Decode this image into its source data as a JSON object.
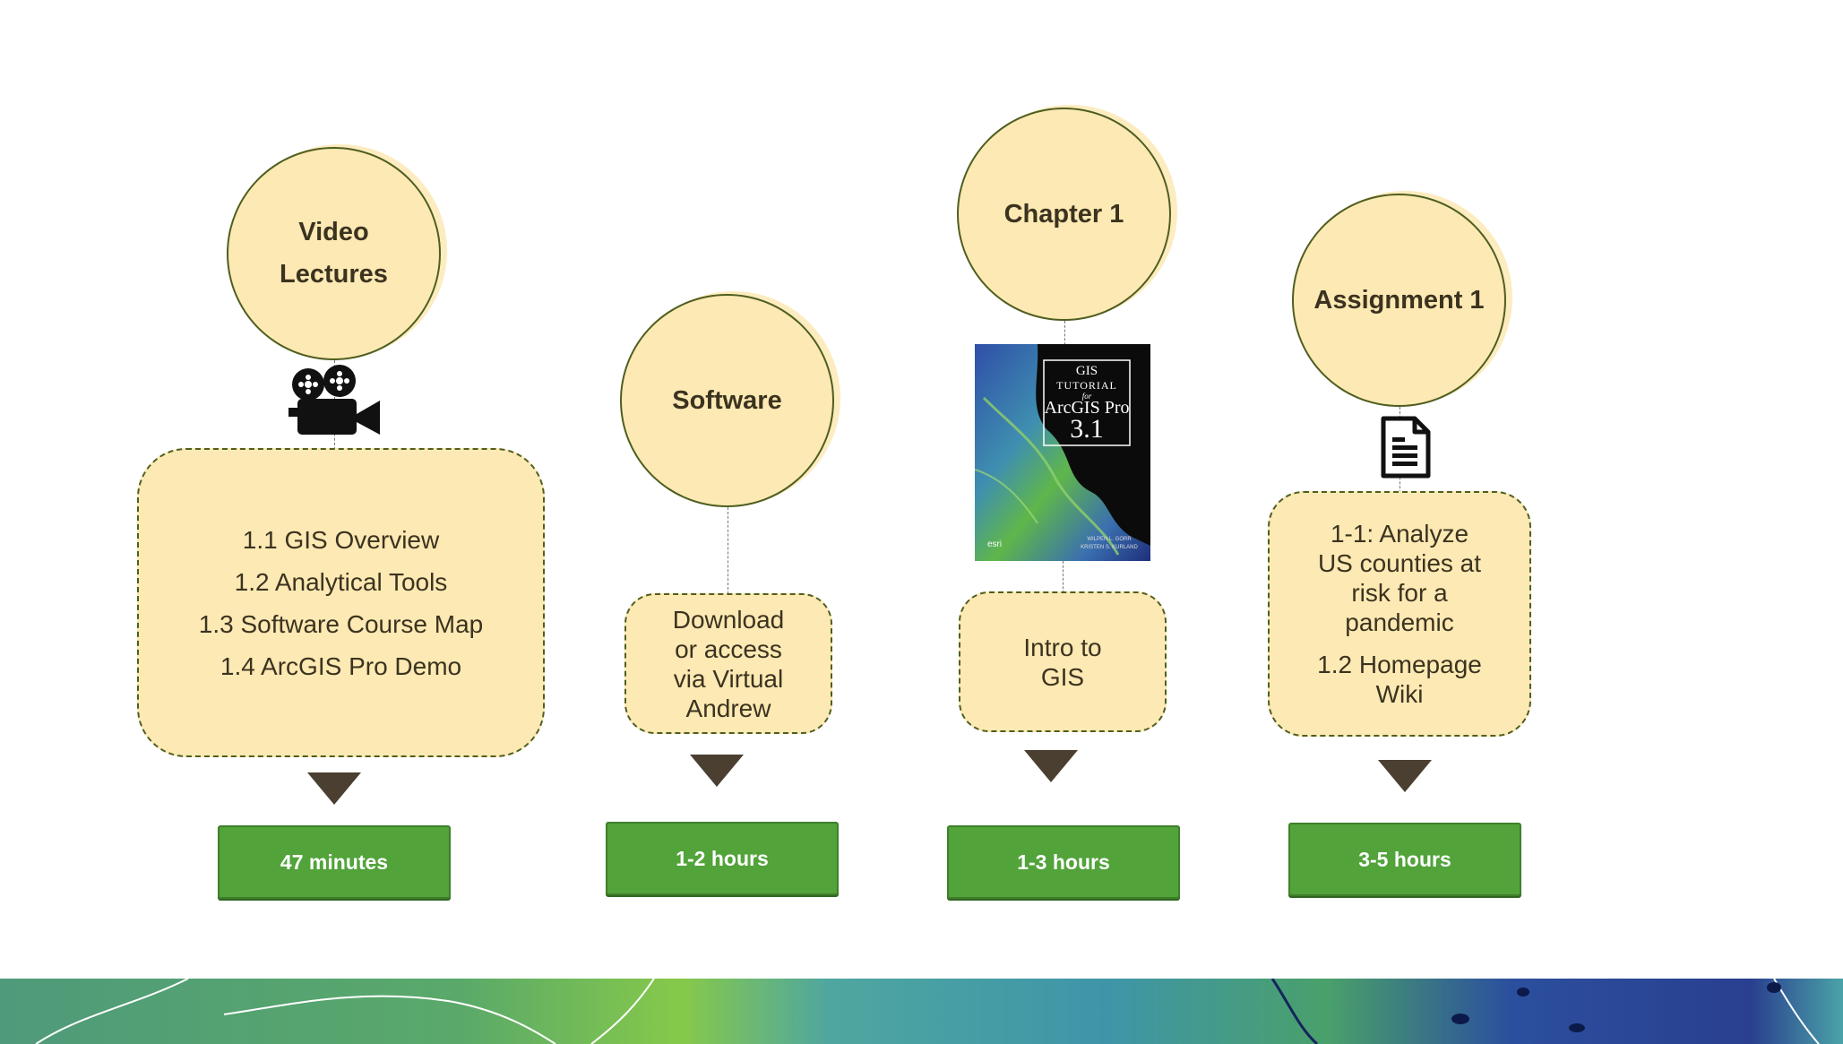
{
  "columns": [
    {
      "id": "video",
      "title_lines": [
        "Video",
        "Lectures"
      ],
      "icon": "film-camera-icon",
      "items": [
        "1.1 GIS Overview",
        "1.2 Analytical Tools",
        "1.3 Software Course Map",
        "1.4 ArcGIS Pro Demo"
      ],
      "duration": "47 minutes"
    },
    {
      "id": "software",
      "title_lines": [
        "Software"
      ],
      "items": [
        "Download",
        "or access",
        "via Virtual",
        "Andrew"
      ],
      "duration": "1-2 hours"
    },
    {
      "id": "chapter",
      "title_lines": [
        "Chapter 1"
      ],
      "book": {
        "line1": "GIS",
        "line2": "TUTORIAL",
        "line3": "for",
        "line4": "ArcGIS Pro",
        "version": "3.1",
        "publisher": "esri",
        "authors": [
          "WILPEN L. GORR",
          "KRISTEN S. KURLAND"
        ]
      },
      "items": [
        "Intro to",
        "GIS"
      ],
      "duration": "1-3 hours"
    },
    {
      "id": "assignment",
      "title_lines": [
        "Assignment 1"
      ],
      "icon": "document-icon",
      "items_a": [
        "1-1: Analyze",
        "US counties at",
        "risk for a",
        "pandemic"
      ],
      "items_b": [
        "1.2 Homepage",
        "Wiki"
      ],
      "duration": "3-5 hours"
    }
  ],
  "colors": {
    "node_fill": "#fde9b3",
    "node_border": "#4f5e20",
    "badge_fill": "#52a33a",
    "arrow": "#4a3f30"
  }
}
